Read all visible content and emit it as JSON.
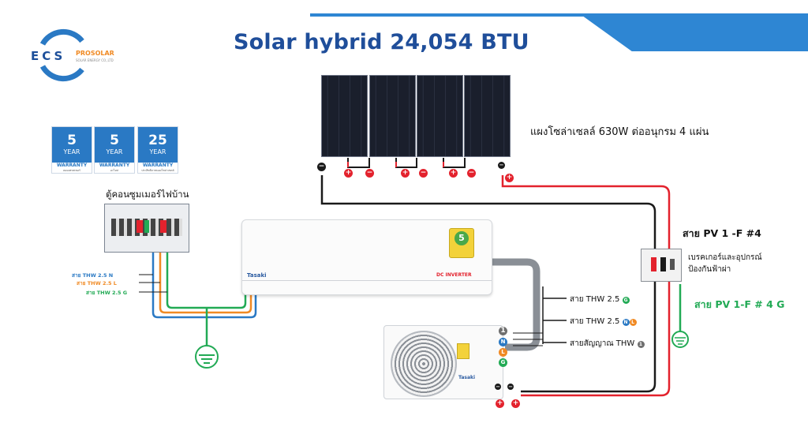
{
  "header": {
    "title": "Solar hybrid 24,054 BTU"
  },
  "logo": {
    "wordmark": "ECS",
    "brand": "PROSOLAR",
    "tagline": "SOLAR ENERGY CO.,LTD"
  },
  "warranty_badges": [
    {
      "years": "5",
      "unit": "YEAR",
      "label": "WARRANTY",
      "sub": "คอมเพรสเซอร์"
    },
    {
      "years": "5",
      "unit": "YEAR",
      "label": "WARRANTY",
      "sub": "อะไหล่"
    },
    {
      "years": "25",
      "unit": "YEAR",
      "label": "WARRANTY",
      "sub": "ประสิทธิภาพแผงโซล่าเซลล์"
    }
  ],
  "labels": {
    "panels": "แผงโซล่าเซลล์ 630W ต่ออนุกรม 4 แผ่น",
    "consumer_unit": "ตู้คอนซูมเมอร์ไฟบ้าน",
    "breaker": "เบรคเกอร์และอุปกรณ์\nป้องกันฟ้าผ่า",
    "pv_main": "สาย PV 1 -F #4",
    "pv_ground": "สาย PV 1-F # 4 G",
    "thw_n": "สาย THW 2.5 N",
    "thw_l": "สาย THW 2.5 L",
    "thw_g": "สาย THW 2.5 G",
    "out_thw_g": "สาย THW 2.5",
    "out_thw_nl": "สาย THW 2.5",
    "out_signal": "สายสัญญาณ THW"
  },
  "indoor_unit": {
    "brand": "Tasaki",
    "badge": "DC INVERTER"
  },
  "outdoor_unit": {
    "brand": "Tasaki"
  },
  "terminal_marks": {
    "n": "N",
    "l": "L",
    "g": "G",
    "signal": "1"
  },
  "colors": {
    "accent": "#2e86d3",
    "title": "#1f4e9a",
    "pv_red": "#e3222d",
    "ground": "#22aa55",
    "live": "#f08a24",
    "neutral": "#2a79c4"
  }
}
